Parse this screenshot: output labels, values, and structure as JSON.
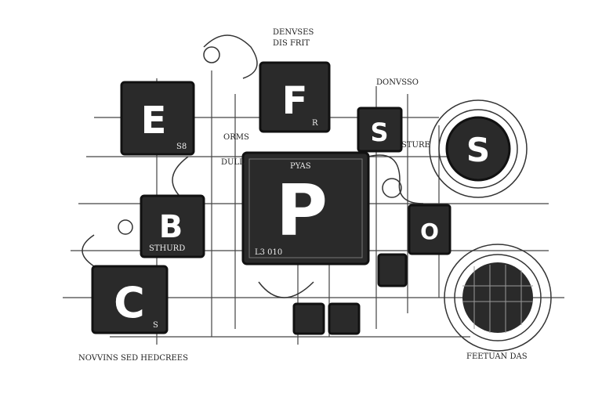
{
  "tiles": {
    "e": {
      "letter": "E",
      "sub": "S8"
    },
    "f": {
      "letter": "F",
      "sub": "R"
    },
    "s1": {
      "letter": "S"
    },
    "s2": {
      "letter": "S"
    },
    "p": {
      "letter": "P",
      "top": "PYAS",
      "bottom": "L3 010"
    },
    "b": {
      "letter": "B",
      "sub": "STHURD"
    },
    "c": {
      "letter": "C",
      "sub": "S"
    },
    "o": {
      "letter": "O"
    }
  },
  "labels": {
    "top1": "DENVSES",
    "top2": "DIS FRIT",
    "right1": "DONVSSO",
    "orms": "ORMS",
    "dull": "DULL",
    "sture": "STURE",
    "bottom_left": "NOVVINS SED HEDCREES",
    "bottom_right": "FEETUAN DAS"
  },
  "colors": {
    "tile": "#2a2a2a",
    "line": "#444444",
    "background": "#ffffff"
  }
}
